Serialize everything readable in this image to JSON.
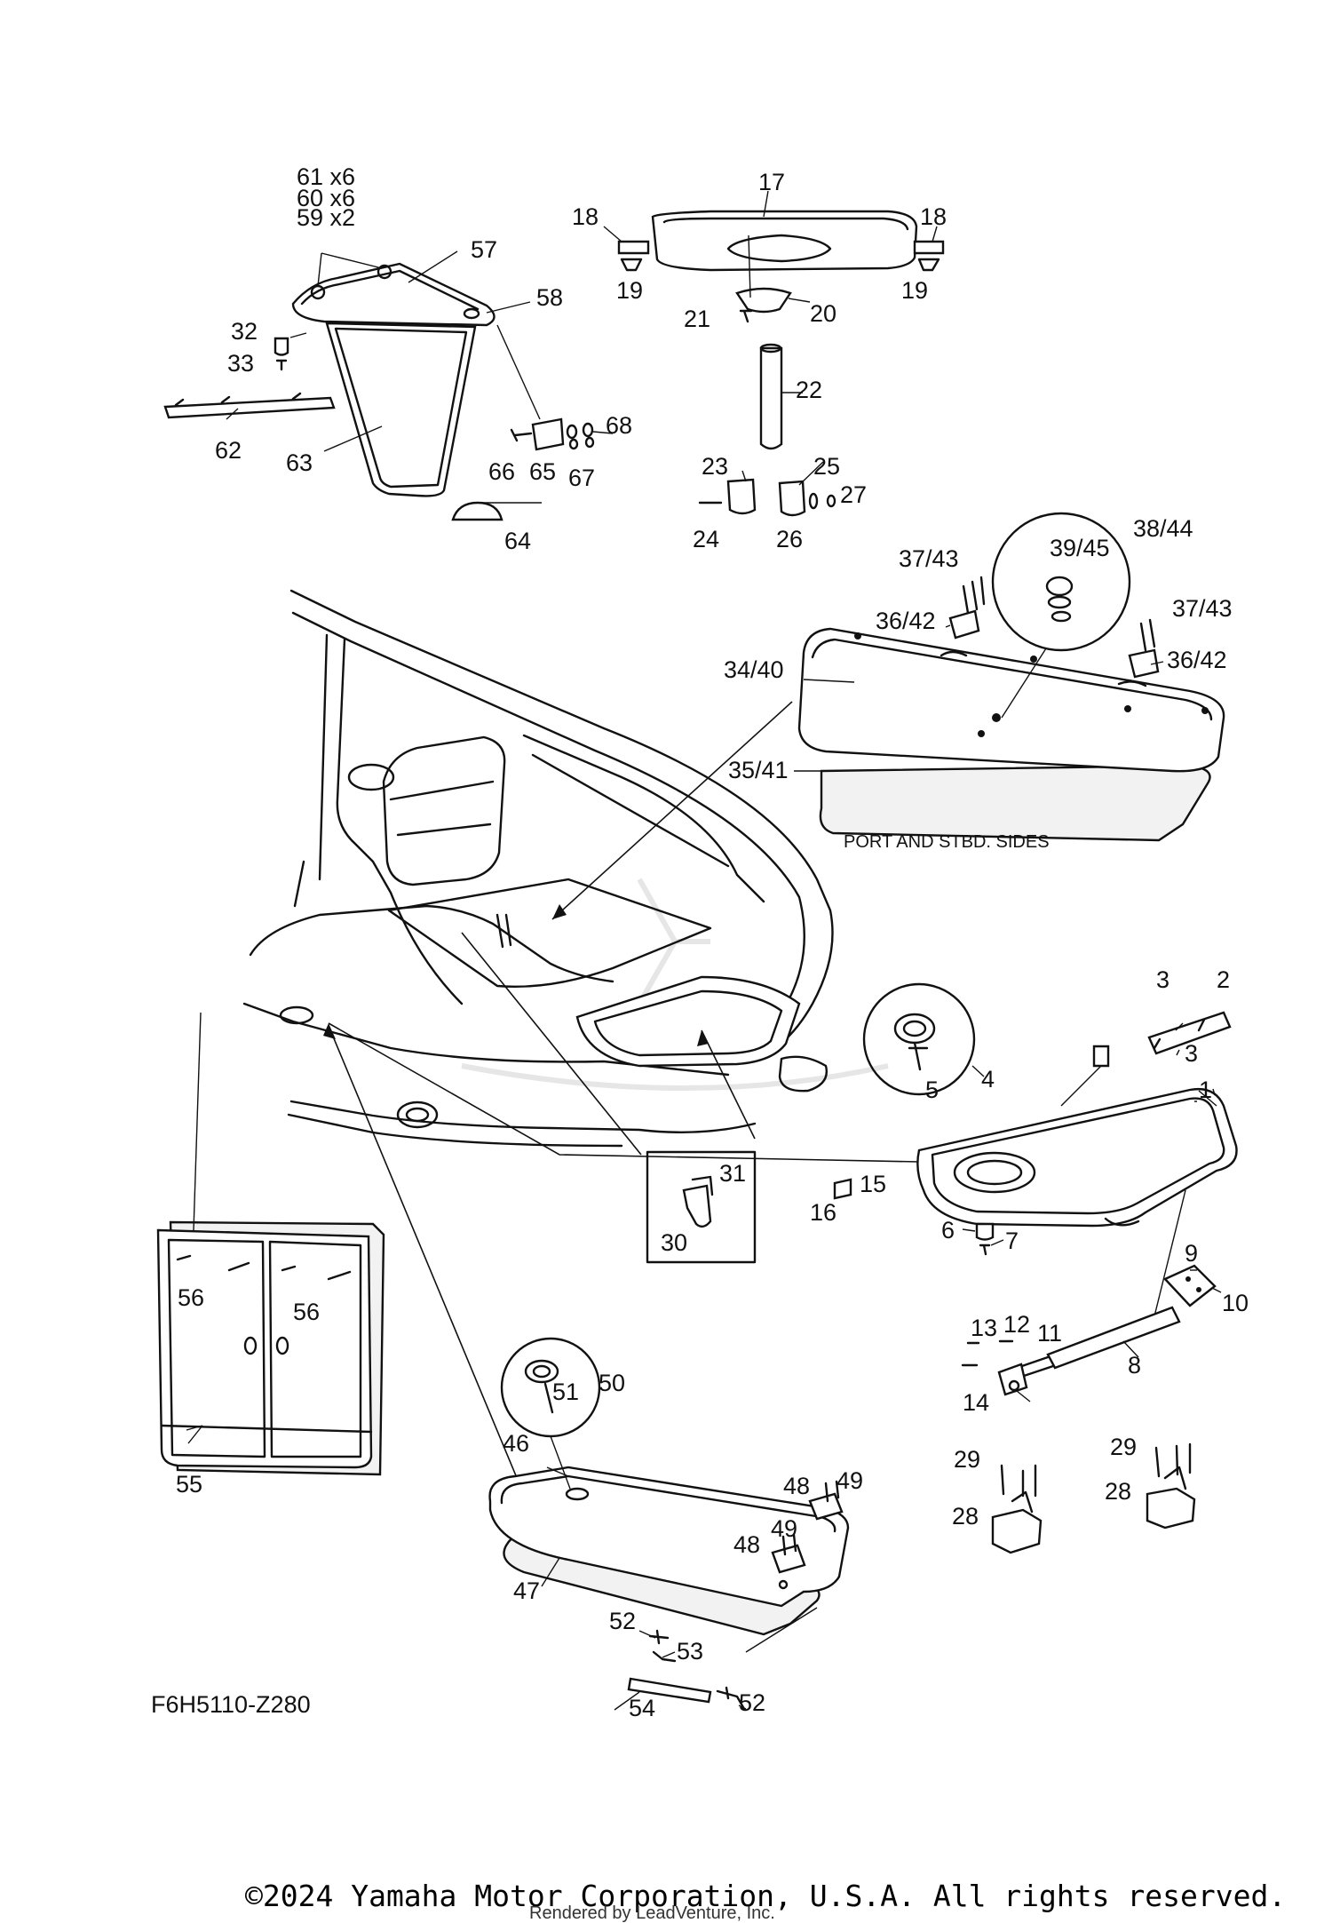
{
  "diagram_code": "F6H5110-Z280",
  "note": "PORT AND STBD. SIDES",
  "footer": {
    "copyright": "©2024 Yamaha Motor Corporation, U.S.A. All rights reserved.",
    "rendered_by": "Rendered by LeadVenture, Inc."
  },
  "callouts": [
    {
      "id": "c1",
      "text": "1"
    },
    {
      "id": "c2",
      "text": "2"
    },
    {
      "id": "c3a",
      "text": "3"
    },
    {
      "id": "c3b",
      "text": "3"
    },
    {
      "id": "c4",
      "text": "4"
    },
    {
      "id": "c5",
      "text": "5"
    },
    {
      "id": "c6",
      "text": "6"
    },
    {
      "id": "c7",
      "text": "7"
    },
    {
      "id": "c8",
      "text": "8"
    },
    {
      "id": "c9",
      "text": "9"
    },
    {
      "id": "c10",
      "text": "10"
    },
    {
      "id": "c11",
      "text": "11"
    },
    {
      "id": "c12",
      "text": "12"
    },
    {
      "id": "c13",
      "text": "13"
    },
    {
      "id": "c14",
      "text": "14"
    },
    {
      "id": "c15",
      "text": "15"
    },
    {
      "id": "c16",
      "text": "16"
    },
    {
      "id": "c17",
      "text": "17"
    },
    {
      "id": "c18a",
      "text": "18"
    },
    {
      "id": "c18b",
      "text": "18"
    },
    {
      "id": "c19a",
      "text": "19"
    },
    {
      "id": "c19b",
      "text": "19"
    },
    {
      "id": "c20",
      "text": "20"
    },
    {
      "id": "c21",
      "text": "21"
    },
    {
      "id": "c22",
      "text": "22"
    },
    {
      "id": "c23",
      "text": "23"
    },
    {
      "id": "c24",
      "text": "24"
    },
    {
      "id": "c25",
      "text": "25"
    },
    {
      "id": "c26",
      "text": "26"
    },
    {
      "id": "c27",
      "text": "27"
    },
    {
      "id": "c28a",
      "text": "28"
    },
    {
      "id": "c28b",
      "text": "28"
    },
    {
      "id": "c29a",
      "text": "29"
    },
    {
      "id": "c29b",
      "text": "29"
    },
    {
      "id": "c30",
      "text": "30"
    },
    {
      "id": "c31",
      "text": "31"
    },
    {
      "id": "c32",
      "text": "32"
    },
    {
      "id": "c33",
      "text": "33"
    },
    {
      "id": "c34",
      "text": "34/40"
    },
    {
      "id": "c35",
      "text": "35/41"
    },
    {
      "id": "c36a",
      "text": "36/42"
    },
    {
      "id": "c36b",
      "text": "36/42"
    },
    {
      "id": "c37a",
      "text": "37/43"
    },
    {
      "id": "c37b",
      "text": "37/43"
    },
    {
      "id": "c38",
      "text": "38/44"
    },
    {
      "id": "c39",
      "text": "39/45"
    },
    {
      "id": "c46",
      "text": "46"
    },
    {
      "id": "c47",
      "text": "47"
    },
    {
      "id": "c48a",
      "text": "48"
    },
    {
      "id": "c48b",
      "text": "48"
    },
    {
      "id": "c49a",
      "text": "49"
    },
    {
      "id": "c49b",
      "text": "49"
    },
    {
      "id": "c50",
      "text": "50"
    },
    {
      "id": "c51",
      "text": "51"
    },
    {
      "id": "c52a",
      "text": "52"
    },
    {
      "id": "c52b",
      "text": "52"
    },
    {
      "id": "c53",
      "text": "53"
    },
    {
      "id": "c54",
      "text": "54"
    },
    {
      "id": "c55",
      "text": "55"
    },
    {
      "id": "c56a",
      "text": "56"
    },
    {
      "id": "c56b",
      "text": "56"
    },
    {
      "id": "c57",
      "text": "57"
    },
    {
      "id": "c58",
      "text": "58"
    },
    {
      "id": "c59",
      "text": "59 x2"
    },
    {
      "id": "c60",
      "text": "60 x6"
    },
    {
      "id": "c61",
      "text": "61 x6"
    },
    {
      "id": "c62",
      "text": "62"
    },
    {
      "id": "c63",
      "text": "63"
    },
    {
      "id": "c64",
      "text": "64"
    },
    {
      "id": "c65",
      "text": "65"
    },
    {
      "id": "c66",
      "text": "66"
    },
    {
      "id": "c67",
      "text": "67"
    },
    {
      "id": "c68",
      "text": "68"
    }
  ]
}
